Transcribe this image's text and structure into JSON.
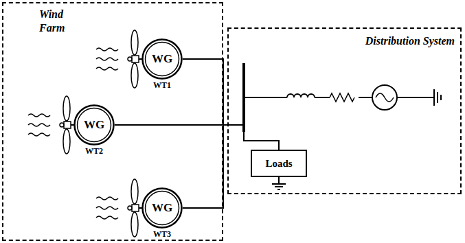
{
  "diagram": {
    "nodes": [
      {
        "text": [
          "Wind Farm"
        ]
      },
      {
        "text": [
          "WG",
          "WT1"
        ],
        "in": 0
      },
      {
        "text": [
          "WG",
          "WT2"
        ],
        "in": 0
      },
      {
        "text": [
          "WG",
          "WT3"
        ],
        "in": 0
      },
      {
        "text": [
          "Distribution System"
        ]
      },
      {
        "text": [
          "Loads"
        ],
        "in": 4
      }
    ],
    "edges": [
      {
        "from": 1,
        "to": 5,
        "arrow": "none"
      },
      {
        "from": 2,
        "to": 5,
        "arrow": "none"
      },
      {
        "from": 3,
        "to": 5,
        "arrow": "none"
      }
    ]
  }
}
